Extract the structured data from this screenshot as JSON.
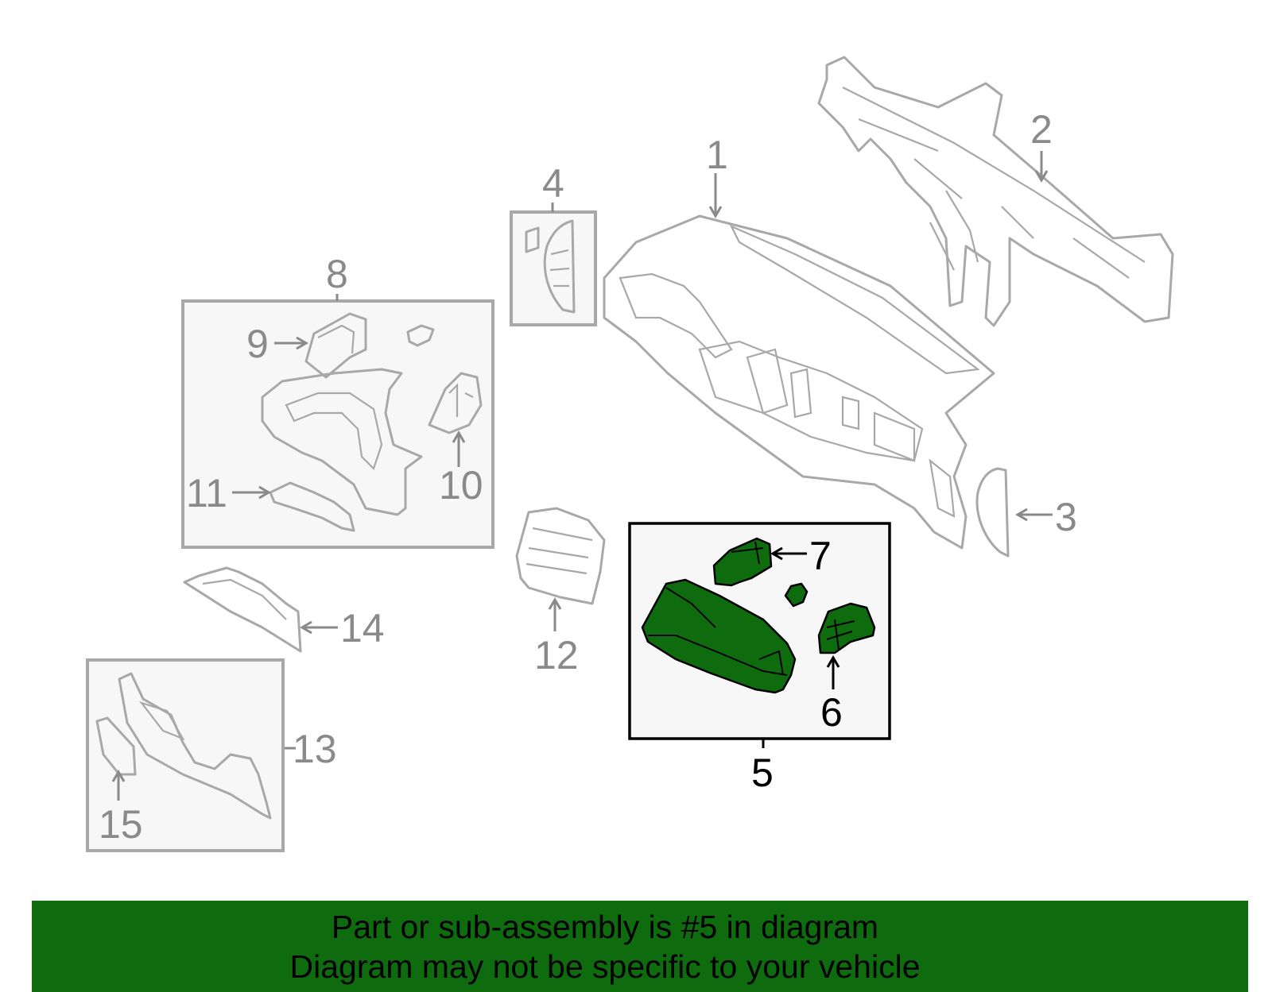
{
  "callouts": {
    "c1": "1",
    "c2": "2",
    "c3": "3",
    "c4": "4",
    "c5": "5",
    "c6": "6",
    "c7": "7",
    "c8": "8",
    "c9": "9",
    "c10": "10",
    "c11": "11",
    "c12": "12",
    "c13": "13",
    "c14": "14",
    "c15": "15"
  },
  "highlight": {
    "part_number": "5",
    "color": "#0e6b0e"
  },
  "banner": {
    "line1": "Part or sub-assembly is #5 in diagram",
    "line2": "Diagram may not be specific to your vehicle",
    "background": "#0e6b0e"
  }
}
